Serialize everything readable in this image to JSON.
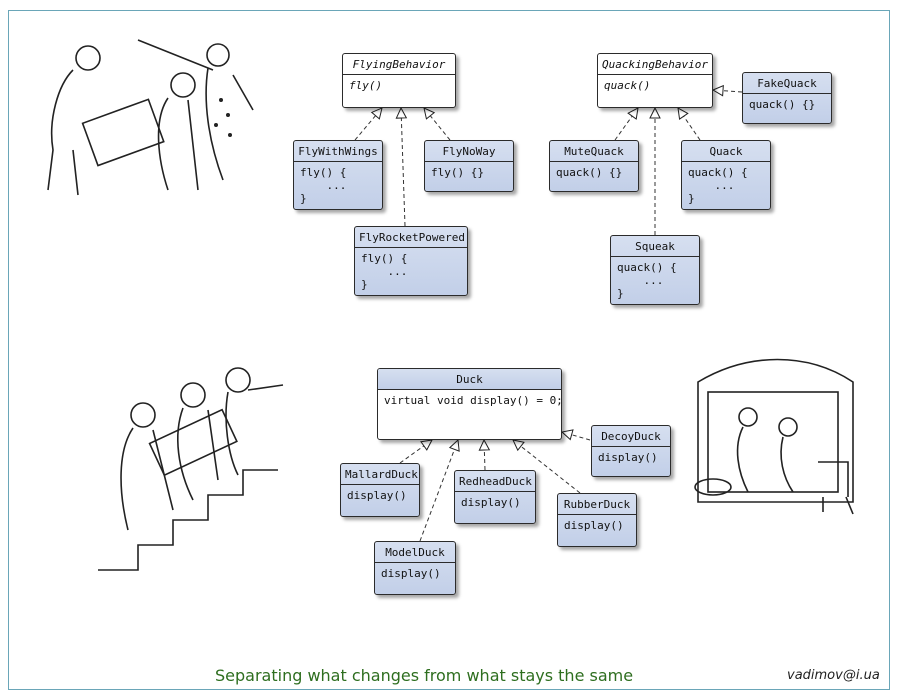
{
  "flying_behavior": {
    "name": "FlyingBehavior",
    "method": "fly()"
  },
  "fly_with_wings": {
    "name": "FlyWithWings",
    "body": "fly() {\n    ...\n}"
  },
  "fly_no_way": {
    "name": "FlyNoWay",
    "body": "fly() {}"
  },
  "fly_rocket_powered": {
    "name": "FlyRocketPowered",
    "body": "fly() {\n    ...\n}"
  },
  "quacking_behavior": {
    "name": "QuackingBehavior",
    "method": "quack()"
  },
  "fake_quack": {
    "name": "FakeQuack",
    "body": "quack() {}"
  },
  "mute_quack": {
    "name": "MuteQuack",
    "body": "quack() {}"
  },
  "quack": {
    "name": "Quack",
    "body": "quack() {\n    ...\n}"
  },
  "squeak": {
    "name": "Squeak",
    "body": "quack() {\n    ...\n}"
  },
  "duck": {
    "name": "Duck",
    "method": "virtual void display() = 0;"
  },
  "mallard_duck": {
    "name": "MallardDuck",
    "body": "display()"
  },
  "redhead_duck": {
    "name": "RedheadDuck",
    "body": "display()"
  },
  "rubber_duck": {
    "name": "RubberDuck",
    "body": "display()"
  },
  "decoy_duck": {
    "name": "DecoyDuck",
    "body": "display()"
  },
  "model_duck": {
    "name": "ModelDuck",
    "body": "display()"
  },
  "caption": "Separating what changes from what stays the same",
  "signature": "vadimov@i.ua",
  "colors": {
    "class_fill": "#c8d4ec",
    "caption": "#2e6e1f",
    "frame": "#6aa6b8"
  }
}
